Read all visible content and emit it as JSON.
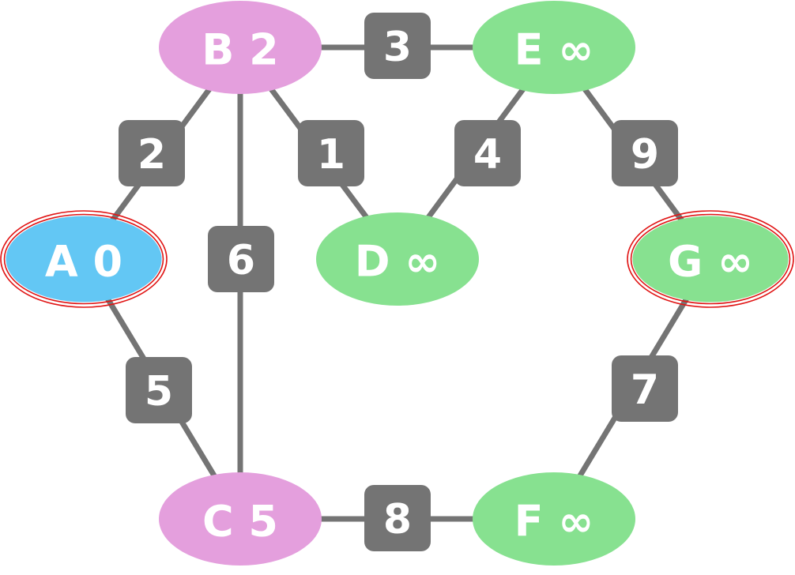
{
  "colors": {
    "edge": "#747474",
    "weight_box": "#747474",
    "text": "#ffffff",
    "start_node": "#63c7f4",
    "visited_node": "#e49fdd",
    "unvisited_node": "#87e190",
    "highlight_ring": "#e01515"
  },
  "nodes": [
    {
      "id": "A",
      "label": "A 0",
      "state": "start",
      "highlighted": true
    },
    {
      "id": "B",
      "label": "B 2",
      "state": "visited",
      "highlighted": false
    },
    {
      "id": "C",
      "label": "C 5",
      "state": "visited",
      "highlighted": false
    },
    {
      "id": "D",
      "label": "D ∞",
      "state": "unvisited",
      "highlighted": false
    },
    {
      "id": "E",
      "label": "E ∞",
      "state": "unvisited",
      "highlighted": false
    },
    {
      "id": "F",
      "label": "F ∞",
      "state": "unvisited",
      "highlighted": false
    },
    {
      "id": "G",
      "label": "G ∞",
      "state": "unvisited",
      "highlighted": true
    }
  ],
  "edges": [
    {
      "from": "A",
      "to": "B",
      "weight": "2"
    },
    {
      "from": "A",
      "to": "C",
      "weight": "5"
    },
    {
      "from": "B",
      "to": "C",
      "weight": "6"
    },
    {
      "from": "B",
      "to": "D",
      "weight": "1"
    },
    {
      "from": "B",
      "to": "E",
      "weight": "3"
    },
    {
      "from": "D",
      "to": "E",
      "weight": "4"
    },
    {
      "from": "E",
      "to": "G",
      "weight": "9"
    },
    {
      "from": "C",
      "to": "F",
      "weight": "8"
    },
    {
      "from": "F",
      "to": "G",
      "weight": "7"
    }
  ]
}
